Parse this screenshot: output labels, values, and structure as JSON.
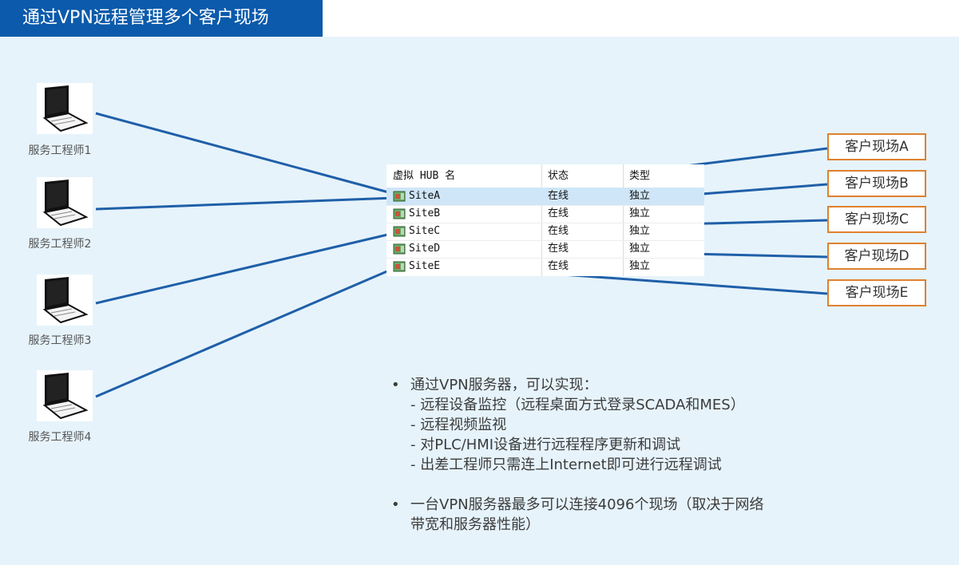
{
  "title": "通过VPN远程管理多个客户现场",
  "engineers": [
    {
      "label": "服务工程师1"
    },
    {
      "label": "服务工程师2"
    },
    {
      "label": "服务工程师3"
    },
    {
      "label": "服务工程师4"
    }
  ],
  "hub_table": {
    "headers": [
      "虚拟 HUB 名",
      "状态",
      "类型"
    ],
    "rows": [
      {
        "name": "SiteA",
        "status": "在线",
        "type": "独立"
      },
      {
        "name": "SiteB",
        "status": "在线",
        "type": "独立"
      },
      {
        "name": "SiteC",
        "status": "在线",
        "type": "独立"
      },
      {
        "name": "SiteD",
        "status": "在线",
        "type": "独立"
      },
      {
        "name": "SiteE",
        "status": "在线",
        "type": "独立"
      }
    ]
  },
  "sites": [
    {
      "label": "客户现场A"
    },
    {
      "label": "客户现场B"
    },
    {
      "label": "客户现场C"
    },
    {
      "label": "客户现场D"
    },
    {
      "label": "客户现场E"
    }
  ],
  "notes": {
    "bullet_symbol": "•",
    "bullet1": {
      "text": "通过VPN服务器，可以实现：",
      "items": [
        "- 远程设备监控（远程桌面方式登录SCADA和MES）",
        "- 远程视频监视",
        "- 对PLC/HMI设备进行远程程序更新和调试",
        "- 出差工程师只需连上Internet即可进行远程调试"
      ]
    },
    "bullet2": {
      "lines": [
        "一台VPN服务器最多可以连接4096个现场（取决于网络",
        "带宽和服务器性能）"
      ]
    }
  },
  "colors": {
    "title_bar": "#0b5aab",
    "background": "#e6f3fb",
    "connector": "#1f5fa8",
    "site_border": "#e0802e",
    "selected_row": "#cfe6f8"
  },
  "icons": {
    "engineer": "laptop-icon",
    "hub_row": "virtual-hub-icon"
  }
}
